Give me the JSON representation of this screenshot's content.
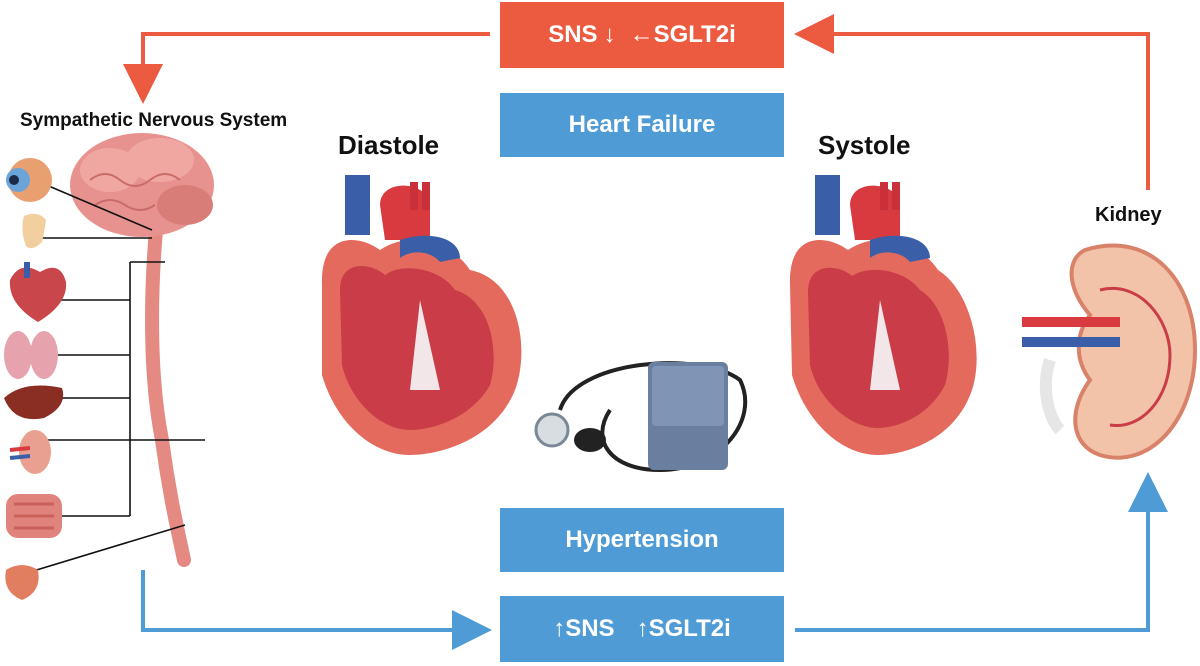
{
  "top_box": {
    "sns": "SNS",
    "down_arrow": "↓",
    "left_arrow": "←",
    "sglt2i": "SGLT2i"
  },
  "heart_failure_label": "Heart Failure",
  "hypertension_label": "Hypertension",
  "bottom_box": {
    "up_arrow_1": "↑",
    "sns": "SNS",
    "up_arrow_2": "↑",
    "sglt2i": "SGLT2i"
  },
  "sympathetic_label": "Sympathetic Nervous System",
  "diastole_label": "Diastole",
  "systole_label": "Systole",
  "kidney_label": "Kidney",
  "colors": {
    "red_arrow": "#ec5a3f",
    "blue_arrow": "#4f9bd6",
    "heart_red": "#d83a3f",
    "vessel_blue": "#3b5ea8",
    "brain_pink": "#e8928f"
  },
  "organ_icons": [
    "eye-icon",
    "gland-icon",
    "heart-icon",
    "lungs-icon",
    "liver-icon",
    "kidney-icon",
    "intestine-icon",
    "bladder-icon"
  ]
}
